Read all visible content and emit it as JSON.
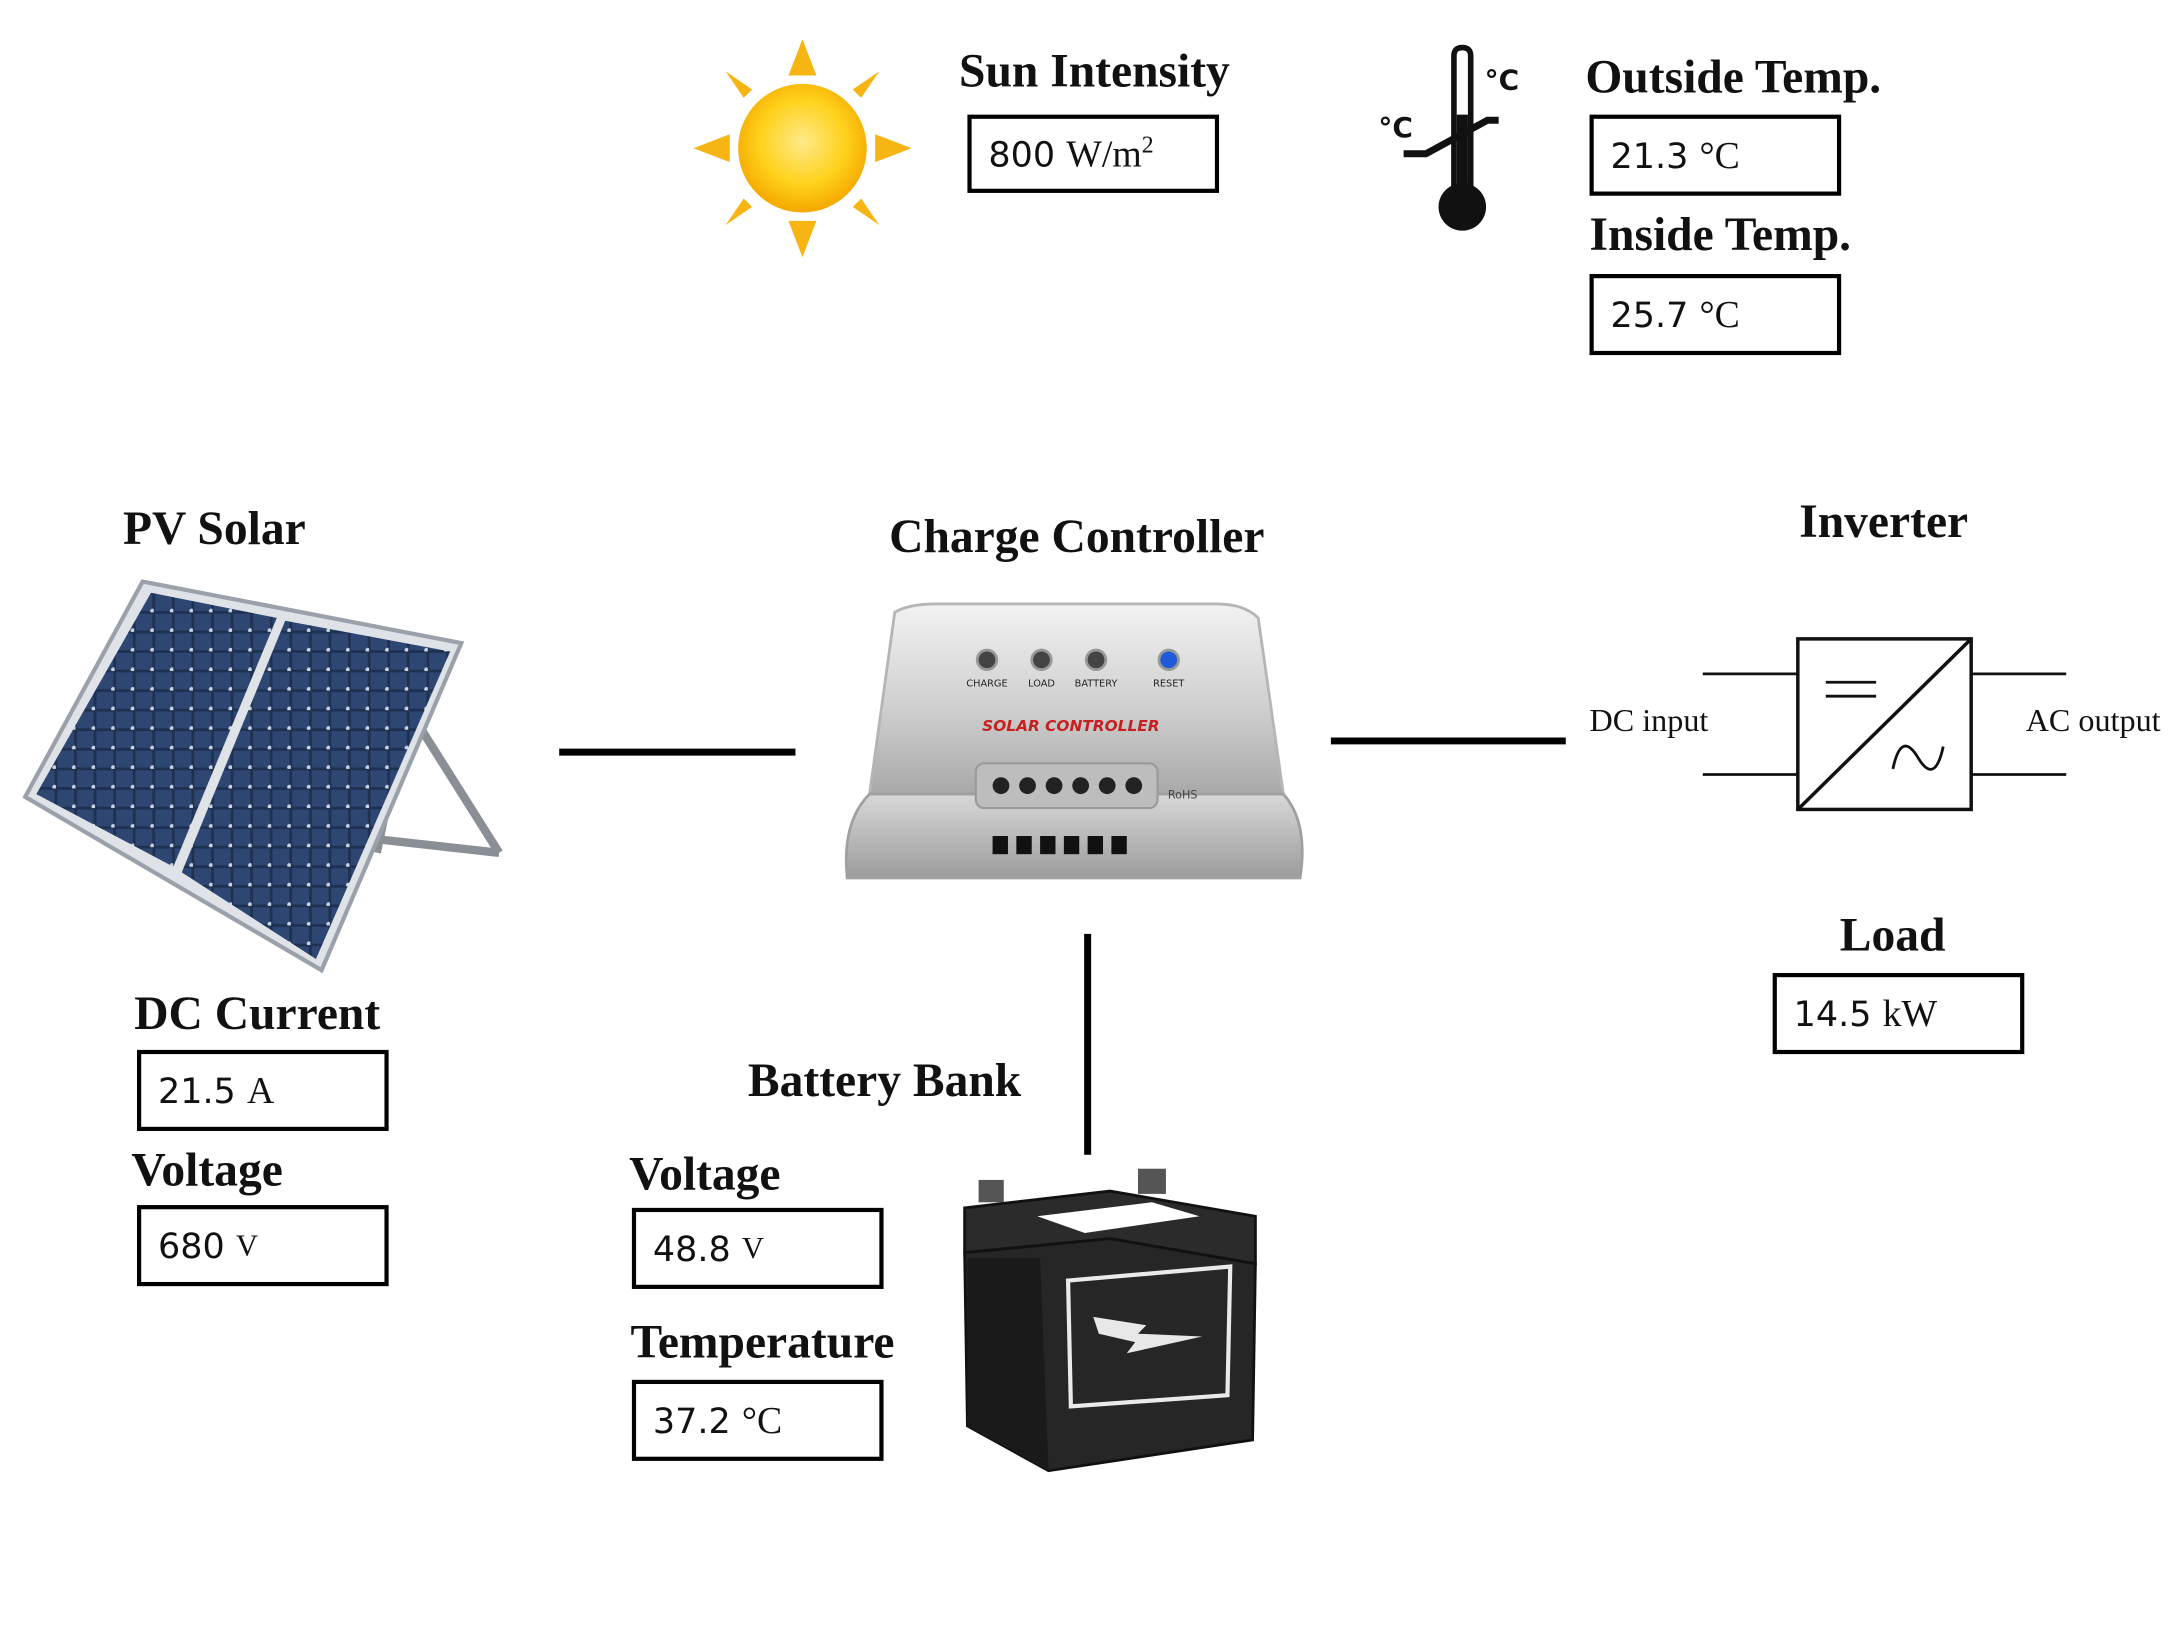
{
  "sun": {
    "label": "Sun Intensity",
    "value": "800",
    "unit": "W/m",
    "unit_sup": "2",
    "icon": "sun-icon"
  },
  "outside_temp": {
    "label": "Outside Temp.",
    "value": "21.3",
    "unit": "°C"
  },
  "inside_temp": {
    "label": "Inside Temp.",
    "value": "25.7",
    "unit": "°C"
  },
  "thermometer": {
    "icon": "thermometer-icon",
    "mark_left": "°C",
    "mark_right": "°C"
  },
  "pv_solar": {
    "label": "PV Solar",
    "icon": "solar-panel-icon"
  },
  "dc_current": {
    "label": "DC Current",
    "value": "21.5",
    "unit": "A"
  },
  "pv_voltage": {
    "label": "Voltage",
    "value": "680",
    "unit": "V"
  },
  "charge_controller": {
    "label": "Charge Controller",
    "icon": "charge-controller-icon",
    "device_text": "SOLAR CONTROLLER",
    "indicators": [
      "CHARGE",
      "LOAD",
      "BATTERY",
      "RESET"
    ],
    "mark": "RoHS"
  },
  "inverter": {
    "label": "Inverter",
    "icon": "inverter-icon",
    "input_label": "DC input",
    "output_label": "AC output"
  },
  "load": {
    "label": "Load",
    "value": "14.5",
    "unit": "kW"
  },
  "battery": {
    "label": "Battery Bank",
    "icon": "battery-icon",
    "voltage_label": "Voltage",
    "voltage_value": "48.8",
    "voltage_unit": "V",
    "temp_label": "Temperature",
    "temp_value": "37.2",
    "temp_unit": "°C"
  }
}
